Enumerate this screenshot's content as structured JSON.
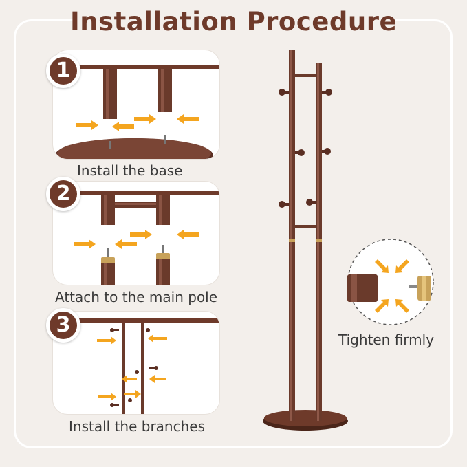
{
  "title": "Installation Procedure",
  "steps": [
    {
      "number": "1",
      "caption": "Install the base"
    },
    {
      "number": "2",
      "caption": "Attach to the main pole"
    },
    {
      "number": "3",
      "caption": "Install the branches"
    }
  ],
  "detail": {
    "caption": "Tighten firmly"
  },
  "colors": {
    "brand_brown": "#6e3a2a",
    "arrow_orange": "#f4a51f",
    "background": "#f3efeb",
    "metal_gold": "#c8a25a"
  }
}
